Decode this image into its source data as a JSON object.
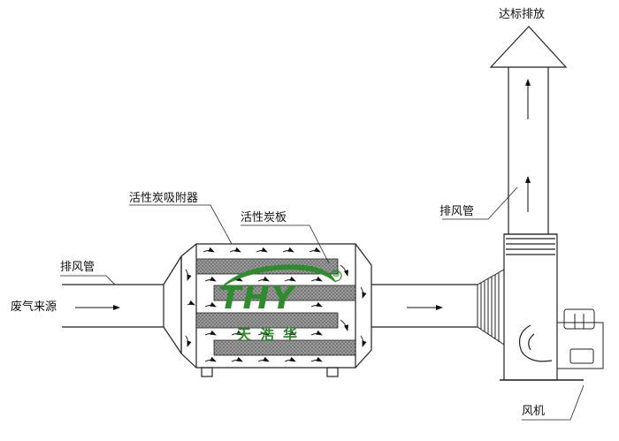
{
  "labels": {
    "discharge": "达标排放",
    "stack_duct": "排风管",
    "adsorber": "活性炭吸附器",
    "carbon_plate": "活性炭板",
    "inlet_duct": "排风管",
    "waste_gas_source": "废气来源",
    "fan": "风机"
  },
  "logo": {
    "text": "THY",
    "subtitle": "天浩华",
    "registered": "®",
    "colors": {
      "green": "#2e8b2e",
      "white": "#ffffff"
    }
  },
  "colors": {
    "line": "#222222",
    "plate_fill": "#8a8a8a",
    "arrow": "#111111"
  }
}
